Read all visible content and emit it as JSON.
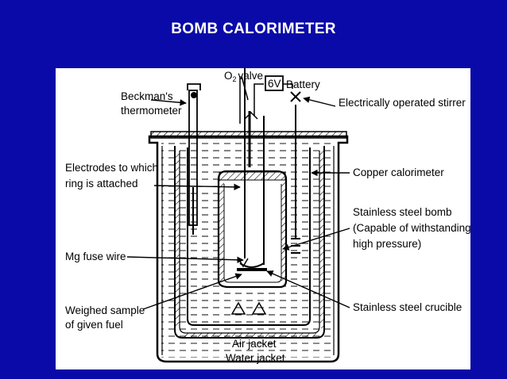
{
  "title": "BOMB CALORIMETER",
  "diagram": {
    "labels": {
      "o2_valve": "valve",
      "o2_prefix": "O",
      "o2_sub": "2",
      "battery_box": "6V",
      "battery": "Battery",
      "thermometer_line1": "Beckman's",
      "thermometer_line2": "thermometer",
      "stirrer": "Electrically operated stirrer",
      "electrodes_line1": "Electrodes to which",
      "electrodes_line2": "ring is attached",
      "copper": "Copper calorimeter",
      "bomb_line1": "Stainless steel bomb",
      "bomb_line2": "(Capable of withstanding",
      "bomb_line3": "high pressure)",
      "fuse": "Mg fuse wire",
      "sample_line1": "Weighed sample",
      "sample_line2": "of given fuel",
      "crucible": "Stainless steel crucible",
      "air_jacket": "Air jacket",
      "water_jacket": "Water jacket"
    }
  }
}
